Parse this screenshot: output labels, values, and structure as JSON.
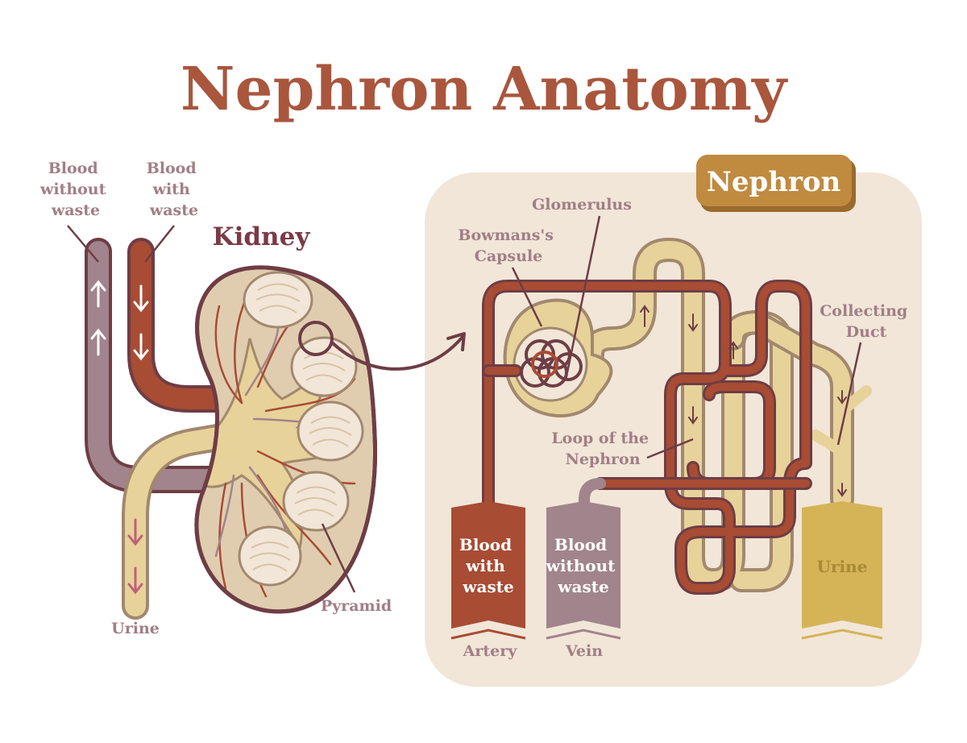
{
  "title": "Nephron Anatomy",
  "colors": {
    "title": "#a9563d",
    "label": "#a17e86",
    "kidney_label": "#7a3a48",
    "artery": "#a84c34",
    "vein": "#a1848c",
    "tubule": "#e7d29a",
    "panel": "#f1e6d8",
    "badge": "#c08a3f",
    "urine": "#d5b357",
    "outline": "#6e3d45"
  },
  "kidney": {
    "section_label": "Kidney",
    "blood_without_waste": [
      "Blood",
      "without",
      "waste"
    ],
    "blood_with_waste": [
      "Blood",
      "with",
      "waste"
    ],
    "urine": "Urine",
    "pyramid": "Pyramid"
  },
  "nephron": {
    "badge": "Nephron",
    "glomerulus": "Glomerulus",
    "bowmans_capsule": [
      "Bowmans's",
      "Capsule"
    ],
    "loop": [
      "Loop of the",
      "Nephron"
    ],
    "collecting_duct": [
      "Collecting",
      "Duct"
    ],
    "artery_sign": [
      "Blood",
      "with",
      "waste"
    ],
    "vein_sign": [
      "Blood",
      "without",
      "waste"
    ],
    "urine_sign": "Urine",
    "artery": "Artery",
    "vein": "Vein"
  }
}
